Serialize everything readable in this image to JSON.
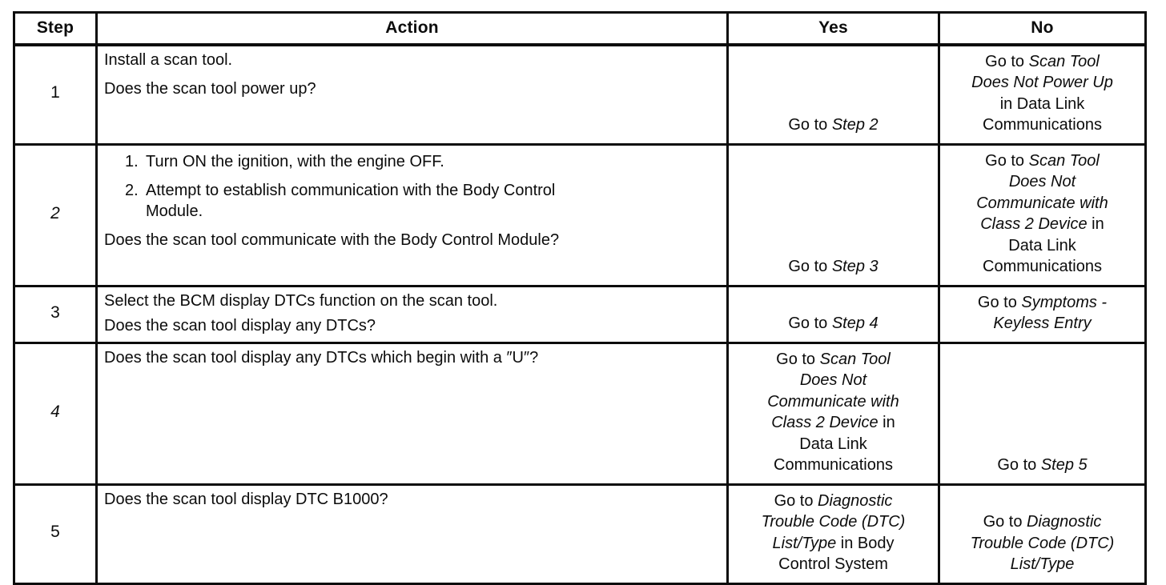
{
  "colors": {
    "ink": "#0c0c0c",
    "paper": "#ffffff"
  },
  "table": {
    "header": {
      "step": "Step",
      "action": "Action",
      "yes": "Yes",
      "no": "No"
    },
    "rows": [
      {
        "step": "1",
        "action": {
          "lines": [
            "Install a scan tool.",
            "Does the scan tool power up?"
          ]
        },
        "yes": [
          {
            "text": "Go to "
          },
          {
            "text": "Step 2",
            "italic": true
          }
        ],
        "no": [
          {
            "text": "Go to "
          },
          {
            "text": "Scan Tool",
            "italic": true
          },
          {
            "br": true
          },
          {
            "text": "Does Not Power Up",
            "italic": true
          },
          {
            "br": true
          },
          {
            "text": "in Data Link"
          },
          {
            "br": true
          },
          {
            "text": "Communications"
          }
        ]
      },
      {
        "step": "2",
        "action": {
          "list": [
            {
              "num": "1.",
              "lines": [
                "Turn ON the ignition, with the engine OFF."
              ]
            },
            {
              "num": "2.",
              "lines": [
                "Attempt to establish communication with the Body Control",
                "Module."
              ]
            }
          ],
          "question": "Does the scan tool communicate with the Body Control Module?"
        },
        "yes": [
          {
            "text": "Go to "
          },
          {
            "text": "Step 3",
            "italic": true
          }
        ],
        "no": [
          {
            "text": "Go to "
          },
          {
            "text": "Scan Tool",
            "italic": true
          },
          {
            "br": true
          },
          {
            "text": "Does Not",
            "italic": true
          },
          {
            "br": true
          },
          {
            "text": "Communicate with",
            "italic": true
          },
          {
            "br": true
          },
          {
            "text": "Class 2 Device",
            "italic": true
          },
          {
            "text": " in"
          },
          {
            "br": true
          },
          {
            "text": "Data Link"
          },
          {
            "br": true
          },
          {
            "text": "Communications"
          }
        ]
      },
      {
        "step": "3",
        "action": {
          "lines": [
            "Select the BCM display DTCs function on the scan tool.",
            "Does the scan tool display any DTCs?"
          ]
        },
        "yes": [
          {
            "text": "Go to "
          },
          {
            "text": "Step 4",
            "italic": true
          }
        ],
        "no": [
          {
            "text": "Go to "
          },
          {
            "text": "Symptoms -",
            "italic": true
          },
          {
            "br": true
          },
          {
            "text": "Keyless Entry",
            "italic": true
          }
        ]
      },
      {
        "step": "4",
        "action": {
          "lines": [
            "Does the scan tool display any DTCs which begin with a ″U″?"
          ]
        },
        "yes": [
          {
            "text": "Go to "
          },
          {
            "text": "Scan Tool",
            "italic": true
          },
          {
            "br": true
          },
          {
            "text": "Does Not",
            "italic": true
          },
          {
            "br": true
          },
          {
            "text": "Communicate with",
            "italic": true
          },
          {
            "br": true
          },
          {
            "text": "Class 2 Device",
            "italic": true
          },
          {
            "text": " in"
          },
          {
            "br": true
          },
          {
            "text": "Data Link"
          },
          {
            "br": true
          },
          {
            "text": "Communications"
          }
        ],
        "no": [
          {
            "text": "Go to "
          },
          {
            "text": "Step 5",
            "italic": true
          }
        ]
      },
      {
        "step": "5",
        "action": {
          "lines": [
            "Does the scan tool display DTC B1000?"
          ]
        },
        "yes": [
          {
            "text": "Go to "
          },
          {
            "text": "Diagnostic",
            "italic": true
          },
          {
            "br": true
          },
          {
            "text": "Trouble Code (DTC)",
            "italic": true
          },
          {
            "br": true
          },
          {
            "text": "List/Type",
            "italic": true
          },
          {
            "text": " in Body"
          },
          {
            "br": true
          },
          {
            "text": "Control System"
          }
        ],
        "no": [
          {
            "text": "Go to "
          },
          {
            "text": "Diagnostic",
            "italic": true
          },
          {
            "br": true
          },
          {
            "text": "Trouble Code (DTC)",
            "italic": true
          },
          {
            "br": true
          },
          {
            "text": "List/Type",
            "italic": true
          }
        ]
      }
    ]
  }
}
